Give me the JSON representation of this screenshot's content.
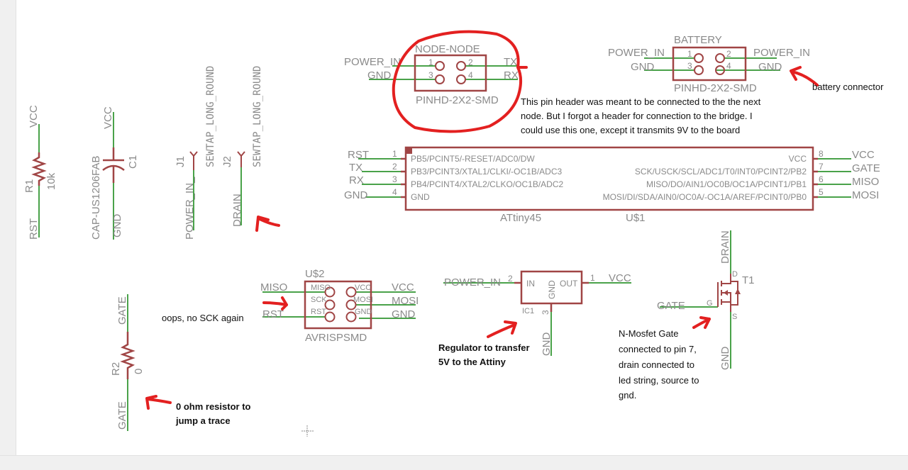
{
  "colors": {
    "net": "#4aa24a",
    "symbol": "#a04545",
    "label": "#8a8a8a",
    "annotation": "#e32020"
  },
  "r1": {
    "top": "VCC",
    "name": "R1",
    "value": "10k",
    "bottom": "RST"
  },
  "c1": {
    "top": "VCC",
    "package": "CAP-US1206FAB",
    "name": "C1",
    "bottom": "GND"
  },
  "j1": {
    "name": "J1",
    "package": "SEWTAP_LONG_ROUND",
    "net": "POWER_IN_"
  },
  "j2": {
    "name": "J2",
    "package": "SEWTAP_LONG_ROUND",
    "net": "DRAIN"
  },
  "r2": {
    "top": "GATE",
    "name": "R2",
    "value": "0",
    "bottom": "GATE"
  },
  "node_header": {
    "title": "NODE-NODE",
    "package": "PINHD-2X2-SMD",
    "left_nets": [
      "POWER_IN",
      "GND"
    ],
    "right_nets": [
      "TX",
      "RX"
    ],
    "pins": [
      "1",
      "2",
      "3",
      "4"
    ]
  },
  "battery_header": {
    "title": "BATTERY",
    "package": "PINHD-2X2-SMD",
    "left_nets": [
      "POWER_IN",
      "GND"
    ],
    "right_nets": [
      "POWER_IN",
      "GND"
    ],
    "pins": [
      "1",
      "2",
      "3",
      "4"
    ]
  },
  "attiny": {
    "name": "ATtiny45",
    "ref": "U$1",
    "left_pins": [
      {
        "num": "1",
        "net": "RST",
        "func": "PB5/PCINT5/-RESET/ADC0/DW"
      },
      {
        "num": "2",
        "net": "TX",
        "func": "PB3/PCINT3/XTAL1/CLKI/-OC1B/ADC3"
      },
      {
        "num": "3",
        "net": "RX",
        "func": "PB4/PCINT4/XTAL2/CLKO/OC1B/ADC2"
      },
      {
        "num": "4",
        "net": "GND",
        "func": "GND"
      }
    ],
    "right_pins": [
      {
        "num": "8",
        "net": "VCC",
        "func": "VCC"
      },
      {
        "num": "7",
        "net": "GATE",
        "func": "SCK/USCK/SCL/ADC1/T0/INT0/PCINT2/PB2"
      },
      {
        "num": "6",
        "net": "MISO",
        "func": "MISO/DO/AIN1/OC0B/OC1A/PCINT1/PB1"
      },
      {
        "num": "5",
        "net": "MOSI",
        "func": "MOSI/DI/SDA/AIN0/OC0A/-OC1A/AREF/PCINT0/PB0"
      }
    ]
  },
  "avrisp": {
    "ref": "U$2",
    "name": "AVRISPSMD",
    "inner_left": [
      "MISO",
      "SCK",
      "RST"
    ],
    "inner_right": [
      "VCC",
      "MOSI",
      "GND"
    ],
    "left_nets": [
      "MISO",
      "RST"
    ],
    "right_nets": [
      "VCC",
      "MOSI",
      "GND"
    ]
  },
  "regulator": {
    "ref": "IC1",
    "in": "IN",
    "out": "OUT",
    "gnd": "GND",
    "in_net": "POWER_IN",
    "in_pin": "2",
    "out_pin": "1",
    "out_net": "VCC",
    "gnd_pin": "3",
    "gnd_net": "GND"
  },
  "mosfet": {
    "ref": "T1",
    "drain_net": "DRAIN",
    "gate_net": "GATE",
    "source_net": "GND",
    "g": "G",
    "d": "D",
    "s": "S"
  },
  "notes": {
    "node_header": [
      "This pin header was meant to be connected to the the next",
      "node. But I forgot a header for connection to the bridge. I",
      "could use this one, except it transmits 9V to the board"
    ],
    "battery": "battery connector",
    "avrisp": "oops, no SCK again",
    "regulator": [
      "Regulator to transfer",
      "5V to the Attiny"
    ],
    "mosfet": [
      "N-Mosfet Gate",
      "connected to pin 7,",
      "drain connected to",
      "led string, source to",
      "gnd."
    ],
    "r2": [
      "0 ohm resistor to",
      "jump a trace"
    ]
  }
}
